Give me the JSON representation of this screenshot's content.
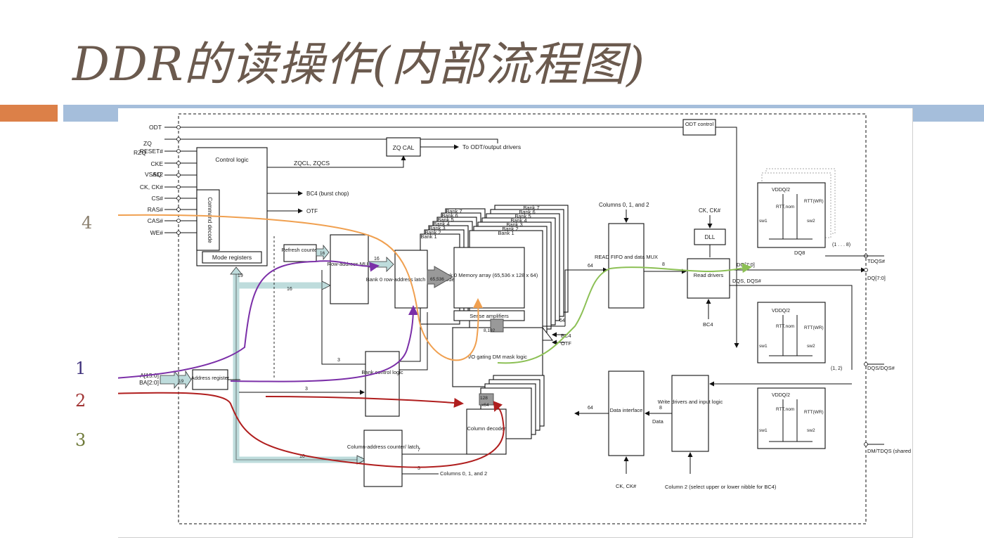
{
  "slide": {
    "title": "DDR的读操作(内部流程图)",
    "steps": [
      "4",
      "1",
      "2",
      "3"
    ],
    "colors": {
      "title": "#6b5a4e",
      "accent_orange": "#dc8048",
      "accent_blue": "#a5bedb",
      "path_purple": "#7b2fa8",
      "path_red": "#b01e1e",
      "path_orange": "#f0a050",
      "path_green": "#8cc055"
    }
  },
  "signals": {
    "odt": "ODT",
    "zq": "ZQ",
    "rzq": "RZQ",
    "reset": "RESET#",
    "cke": "CKE",
    "vssq": "VSSQ",
    "a12": "A12",
    "ck": "CK, CK#",
    "cs": "CS#",
    "ras": "RAS#",
    "cas": "CAS#",
    "we": "WE#",
    "addr": "A[15:0]",
    "ba": "BA[2:0]"
  },
  "blocks": {
    "control_logic": "Control logic",
    "command_decode": "Command decode",
    "mode_registers": "Mode registers",
    "zq_cal": "ZQ CAL",
    "to_odt": "To ODT/output drivers",
    "zqcl": "ZQCL, ZQCS",
    "bc4_chop": "BC4 (burst chop)",
    "otf": "OTF",
    "refresh_counter": "Refresh counter",
    "row_mux": "Row-address MUX",
    "bank0_latch": "Bank 0 row-address latch and decoder",
    "memory_array": "Bank 0 Memory array (65,536 x 128 x 64)",
    "sense_amps": "Sense amplifiers",
    "io_gating": "I/O gating DM mask logic",
    "bank_control": "Bank control logic",
    "address_register": "Address register",
    "column_counter": "Column-address counter/ latch",
    "column_decoder": "Column decoder",
    "read_fifo": "READ FIFO and data MUX",
    "read_drivers": "Read drivers",
    "dll": "DLL",
    "data_interface": "Data interface",
    "write_drivers": "Write drivers and input logic",
    "odt_control": "ODT control",
    "columns_012_top": "Columns 0, 1, and 2",
    "columns_012_bottom": "Columns 0, 1, and 2",
    "column2": "Column 2 (select upper or lower nibble for BC4)",
    "ck_dll": "CK, CK#",
    "ck_data": "CK, CK#",
    "bc4": "BC4",
    "bc4_io": "BC4",
    "otf_io": "OTF",
    "data_label": "Data",
    "dq8": "DQ8",
    "dq70": "DQ[7:0]",
    "dqs_int": "DQS, DQS#",
    "tdqs": "TDQS#",
    "dq70_out": "DQ[7:0]",
    "dqs_out": "DQS/DQS#",
    "dm": "DM/TDQS (shared pin)",
    "one_to_eight": "(1 . . . 8)",
    "one_two": "(1, 2)",
    "vddq": "VDDQ/2",
    "rtt_nom": "RTT,nom",
    "rtt_wr": "RTT(WR)",
    "sw1": "sw1",
    "sw2": "sw2"
  },
  "banks": [
    "Bank 7",
    "Bank 6",
    "Bank 5",
    "Bank 4",
    "Bank 3",
    "Bank 2",
    "Bank 1"
  ],
  "bus_widths": {
    "b16a": "16",
    "b16b": "16",
    "b16c": "16",
    "b19": "19",
    "b19b": "19",
    "b3a": "3",
    "b3b": "3",
    "b10": "10",
    "b65536": "65,536",
    "b64a": "64",
    "b64b": "64",
    "b64c": "64",
    "b8a": "8",
    "b8b": "8",
    "b8x8": "8,192",
    "b128": "128",
    "b128x64": "x64",
    "b7": "7",
    "b3c": "3"
  }
}
